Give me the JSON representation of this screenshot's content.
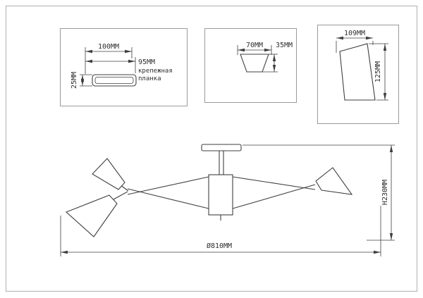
{
  "colors": {
    "line": "#3f3f3f",
    "frame": "#b9b9b9",
    "box_border": "#9a9a9a",
    "background": "#ffffff"
  },
  "details": {
    "mount_plate": {
      "dim_width_outer": "100MM",
      "dim_width_inner": "95MM",
      "dim_height": "25MM",
      "label_line1": "крепежная",
      "label_line2": "планка"
    },
    "cup": {
      "dim_width": "70MM",
      "dim_height": "35MM"
    },
    "shade": {
      "dim_width": "109MM",
      "dim_height": "125MM"
    }
  },
  "main_view": {
    "dim_diameter": "Ø810MM",
    "dim_height": "H230MM"
  }
}
